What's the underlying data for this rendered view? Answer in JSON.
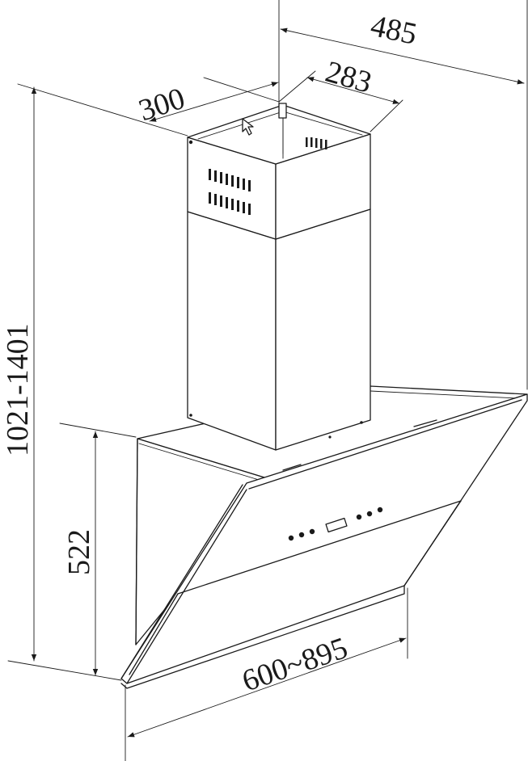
{
  "dimensions": {
    "width_top": "485",
    "chimney_width": "300",
    "chimney_depth": "283",
    "total_height": "1021-1401",
    "body_height": "522",
    "hood_width": "600~895"
  },
  "colors": {
    "line": "#1a1a1a",
    "background": "#ffffff"
  }
}
